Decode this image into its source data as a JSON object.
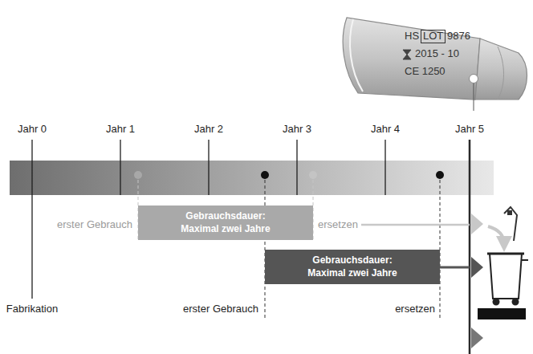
{
  "diagram": {
    "nodes": [
      {
        "text": [
          "Gebrauchsdauer:",
          "Maximal zwei Jahre"
        ]
      },
      {
        "text": [
          "Gebrauchsdauer:",
          "Maximal zwei Jahre"
        ]
      }
    ],
    "labels": [
      "Jahr 0",
      "Jahr 1",
      "Jahr 2",
      "Jahr 3",
      "Jahr 4",
      "Jahr 5",
      "Fabrikation",
      "erster Gebrauch",
      "ersetzen",
      "erster Gebrauch",
      "ersetzen",
      "HS",
      "LOT",
      "9876",
      "2015 - 10",
      "CE 1250"
    ]
  }
}
